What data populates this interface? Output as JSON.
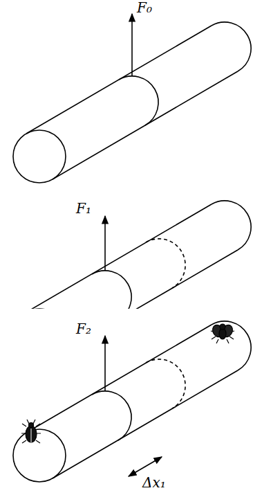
{
  "diagram": {
    "labels": [
      "F₀",
      "F₁",
      "F₂",
      "Δx₁"
    ]
  }
}
